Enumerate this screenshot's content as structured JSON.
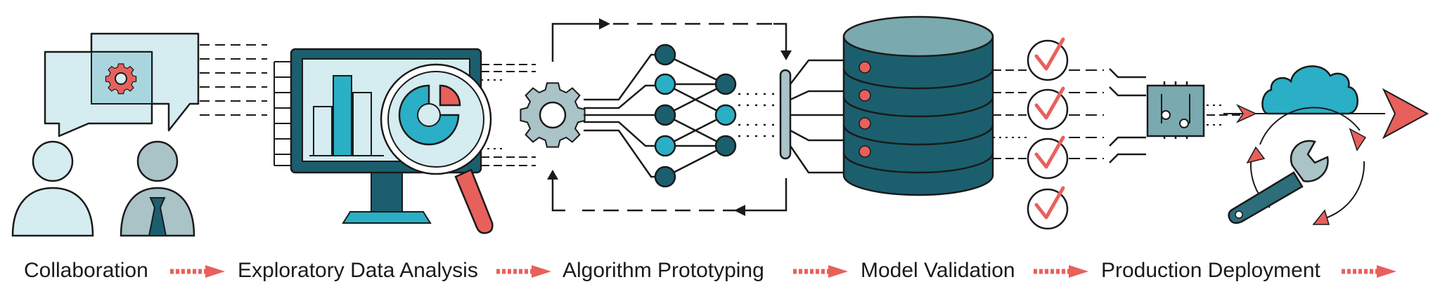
{
  "colors": {
    "dark_teal": "#1b5f6e",
    "teal": "#2aafc6",
    "light_blue": "#d5ecf0",
    "gray_blue": "#a9c3c7",
    "coral": "#e8605c",
    "outline": "#1a1a1a"
  },
  "icons": [
    "chat-bubbles-icon",
    "gear-icon",
    "people-icon",
    "monitor-icon",
    "bar-chart-icon",
    "magnifier-icon",
    "pie-chart-icon",
    "neural-network-icon",
    "database-icon",
    "checkmark-icon",
    "microchip-icon",
    "cloud-icon",
    "wrench-icon",
    "refresh-cycle-icon"
  ],
  "stages": [
    {
      "label": "Collaboration"
    },
    {
      "label": "Exploratory Data Analysis"
    },
    {
      "label": "Algorithm Prototyping"
    },
    {
      "label": "Model Validation"
    },
    {
      "label": "Production Deployment"
    }
  ]
}
